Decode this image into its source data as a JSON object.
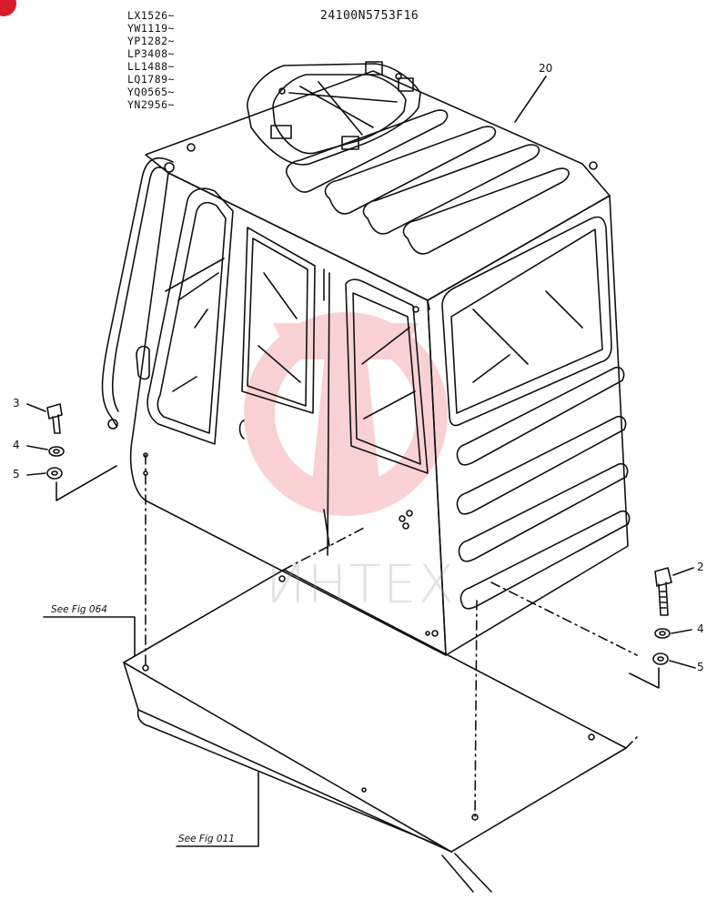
{
  "serial_numbers": [
    "LX1526~",
    "YW1119~",
    "YP1282~",
    "LP3408~",
    "LL1488~",
    "LQ1789~",
    "YQ0565~",
    "YN2956~"
  ],
  "part_code": "24100N5753F16",
  "callouts": {
    "cab": "20",
    "bolt_left": "3",
    "lockwasher_left": "4",
    "washer_left": "5",
    "bolt_right": "2",
    "lockwasher_right": "4",
    "washer_right": "5"
  },
  "references": {
    "upper": "See Fig 064",
    "lower": "See Fig 011"
  },
  "watermark": {
    "text": "ИНТЕХ",
    "color": "#e8333a"
  },
  "colors": {
    "line": "#111111",
    "corner_badge": "#d81b2a"
  }
}
